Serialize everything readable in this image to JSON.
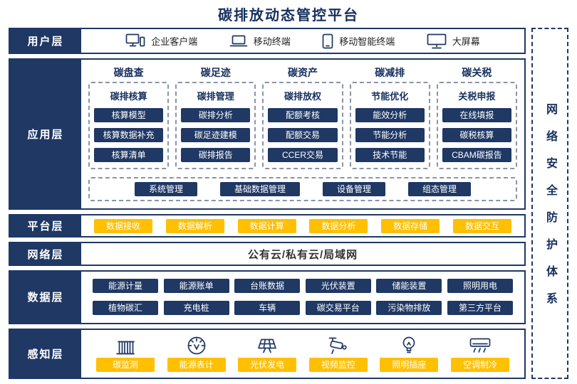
{
  "title": "碳排放动态管控平台",
  "security": {
    "label": "网络安全防护体系"
  },
  "colors": {
    "navy": "#1f3864",
    "yellow": "#ffc000"
  },
  "layers": {
    "user": {
      "label": "用户层",
      "items": [
        {
          "icon": "desktop-icon",
          "label": "企业客户端"
        },
        {
          "icon": "laptop-icon",
          "label": "移动终端"
        },
        {
          "icon": "tablet-icon",
          "label": "移动智能终端"
        },
        {
          "icon": "monitor-icon",
          "label": "大屏幕"
        }
      ]
    },
    "application": {
      "label": "应用层",
      "groups": [
        {
          "title": "碳盘查",
          "subtitle": "碳排核算",
          "modules": [
            "核算模型",
            "核算数据补充",
            "核算清单"
          ]
        },
        {
          "title": "碳足迹",
          "subtitle": "碳排管理",
          "modules": [
            "碳排分析",
            "碳足迹建模",
            "碳排报告"
          ]
        },
        {
          "title": "碳资产",
          "subtitle": "碳排放权",
          "modules": [
            "配额考核",
            "配额交易",
            "CCER交易"
          ]
        },
        {
          "title": "碳减排",
          "subtitle": "节能优化",
          "modules": [
            "能效分析",
            "节能分析",
            "技术节能"
          ]
        },
        {
          "title": "碳关税",
          "subtitle": "关税申报",
          "modules": [
            "在线填报",
            "碳税核算",
            "CBAM碳报告"
          ]
        }
      ],
      "common_modules": [
        "系统管理",
        "基础数据管理",
        "设备管理",
        "组态管理"
      ]
    },
    "platform": {
      "label": "平台层",
      "modules": [
        "数据接收",
        "数据解析",
        "数据计算",
        "数据分析",
        "数据存储",
        "数据交互"
      ]
    },
    "network": {
      "label": "网络层",
      "text": "公有云/私有云/局域网"
    },
    "data": {
      "label": "数据层",
      "row1": [
        "能源计量",
        "能源账单",
        "台账数据",
        "光伏装置",
        "储能装置",
        "照明用电"
      ],
      "row2": [
        "植物碳汇",
        "充电桩",
        "车辆",
        "碳交易平台",
        "污染物排放",
        "第三方平台"
      ]
    },
    "perception": {
      "label": "感知层",
      "items": [
        {
          "icon": "carbon-monitor-icon",
          "label": "碳监测"
        },
        {
          "icon": "energy-meter-icon",
          "label": "能源表计"
        },
        {
          "icon": "solar-panel-icon",
          "label": "光伏发电"
        },
        {
          "icon": "cctv-camera-icon",
          "label": "视频监控"
        },
        {
          "icon": "light-bulb-icon",
          "label": "照明插座"
        },
        {
          "icon": "air-conditioner-icon",
          "label": "空调制冷"
        }
      ]
    }
  }
}
